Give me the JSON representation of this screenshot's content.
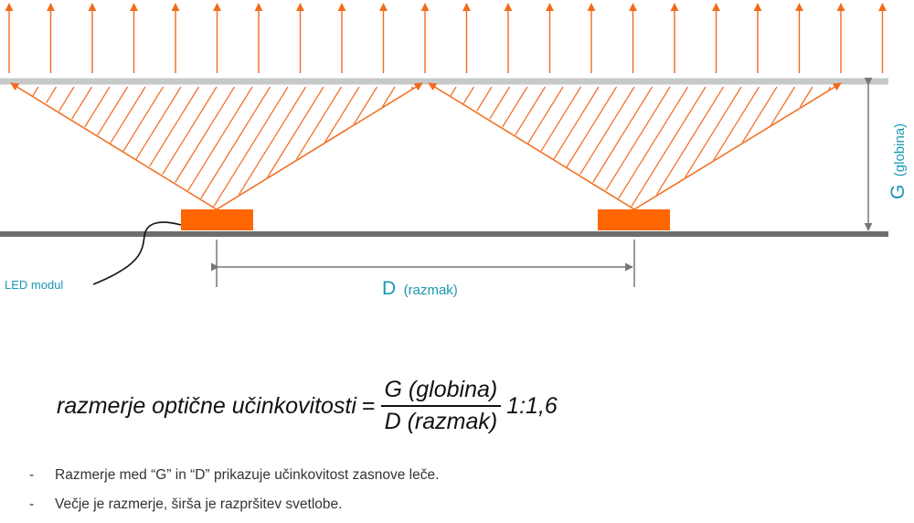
{
  "diagram": {
    "led_label": "LED modul",
    "distance_label_main": "D",
    "distance_label_sub": "(razmak)",
    "depth_label_main": "G",
    "depth_label_sub": "(globina)",
    "colors": {
      "light": "#f26a1b",
      "led": "#ff6600",
      "diffuser": "#c8c8c8",
      "base": "#6e6e6e",
      "dim": "#777777",
      "label": "#1a96b4"
    }
  },
  "formula": {
    "lhs": "razmerje optične učinkovitosti",
    "equals": "=",
    "numerator": "G (globina)",
    "denominator": "D (razmak)",
    "ratio": "1:1,6"
  },
  "notes": [
    {
      "bullet": "-",
      "text": "Razmerje med “G” in “D” prikazuje učinkovitost zasnove leče."
    },
    {
      "bullet": "-",
      "text": "Večje je razmerje, širša je razpršitev svetlobe."
    }
  ]
}
